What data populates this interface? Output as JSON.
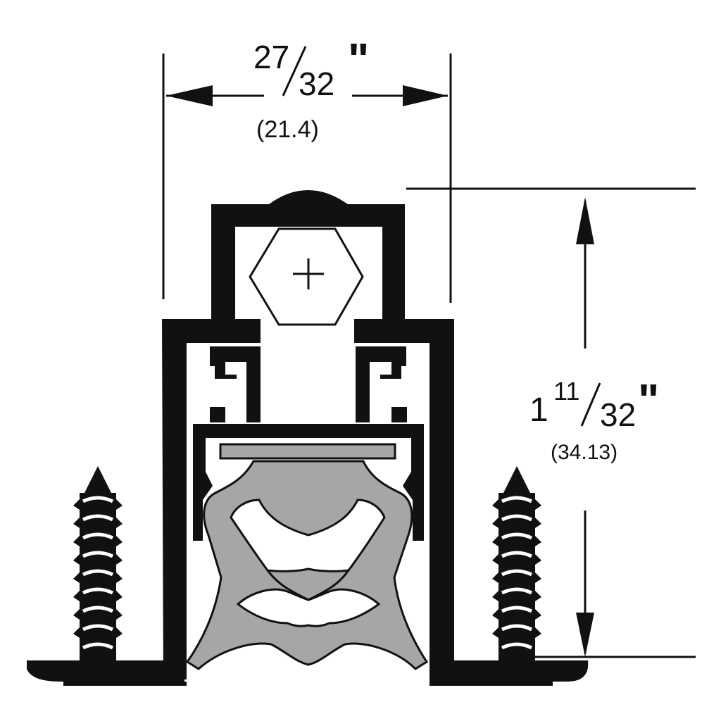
{
  "dimensions": {
    "width": {
      "whole": "",
      "numerator": "27",
      "denominator": "32",
      "inch_mark": "\"",
      "metric": "(21.4)"
    },
    "height": {
      "whole": "1",
      "numerator": "11",
      "denominator": "32",
      "inch_mark": "\"",
      "metric": "(34.13)"
    }
  },
  "colors": {
    "outline": "#111111",
    "seal_fill": "#a6a6a6",
    "background": "#ffffff"
  },
  "icons": {
    "left_screw": "screw-icon",
    "right_screw": "screw-icon",
    "adjuster": "hex-nut-icon"
  }
}
